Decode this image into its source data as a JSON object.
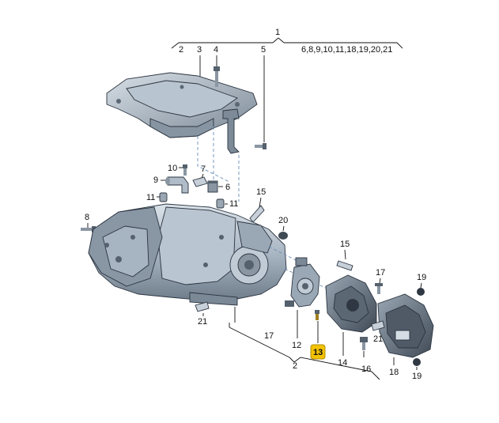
{
  "labels": {
    "n1": "1",
    "n2": "2",
    "n3": "3",
    "n4": "4",
    "n5": "5",
    "group": "6,8,9,10,11,18,19,20,21",
    "n6": "6",
    "n7": "7",
    "n8": "8",
    "n9": "9",
    "n10": "10",
    "n11a": "11",
    "n11b": "11",
    "n12": "12",
    "n13": "13",
    "n14": "14",
    "n15a": "15",
    "n15b": "15",
    "n16": "16",
    "n17a": "17",
    "n17b": "17",
    "n18": "18",
    "n19a": "19",
    "n19b": "19",
    "n20": "20",
    "n21a": "21",
    "n21b": "21",
    "n2b": "2"
  },
  "colors": {
    "housing_light": "#c9d3dd",
    "housing_mid": "#a7b4c1",
    "housing_dark": "#6f7d8b",
    "highlight": "#f2c200",
    "leader": "#111111",
    "dashed_guide": "#6a8fb5"
  }
}
